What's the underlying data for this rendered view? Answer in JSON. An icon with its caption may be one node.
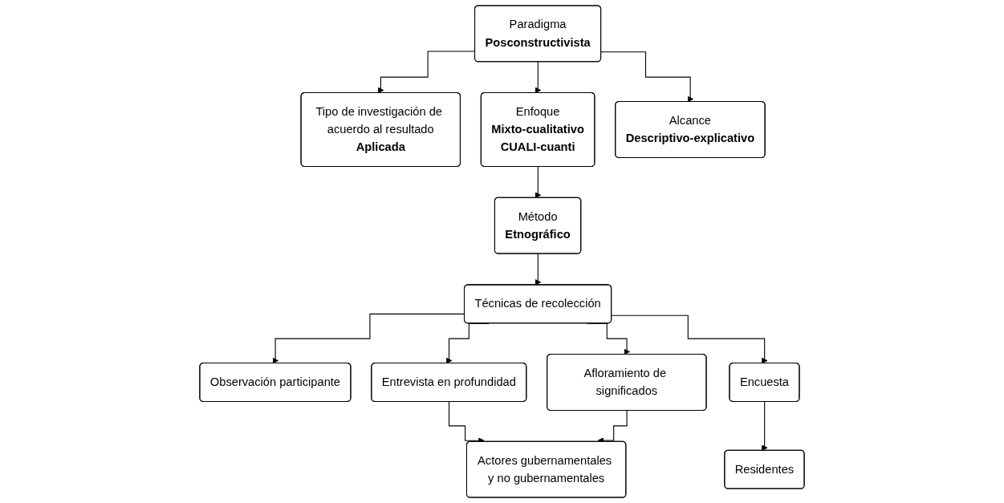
{
  "diagram": {
    "nodes": [
      {
        "text": [
          "Paradigma",
          "Posconstructivista"
        ]
      },
      {
        "text": [
          "Tipo de investigación de acuerdo al resultado",
          "Aplicada"
        ]
      },
      {
        "text": [
          "Enfoque",
          "Mixto-cualitativo",
          "CUALI-cuanti"
        ]
      },
      {
        "text": [
          "Alcance",
          "Descriptivo-explicativo"
        ]
      },
      {
        "text": [
          "Método",
          "Etnográfico"
        ]
      },
      {
        "text": [
          "Técnicas de recolección"
        ]
      },
      {
        "text": [
          "Observación participante"
        ]
      },
      {
        "text": [
          "Entrevista en profundidad"
        ]
      },
      {
        "text": [
          "Afloramiento de significados"
        ]
      },
      {
        "text": [
          "Encuesta"
        ]
      },
      {
        "text": [
          "Actores gubernamentales y no gubernamentales"
        ]
      },
      {
        "text": [
          "Residentes"
        ]
      }
    ],
    "edges": [
      {
        "from": 0,
        "to": 1,
        "arrow": "to"
      },
      {
        "from": 0,
        "to": 2,
        "arrow": "to"
      },
      {
        "from": 0,
        "to": 3,
        "arrow": "to"
      },
      {
        "from": 2,
        "to": 4,
        "arrow": "to"
      },
      {
        "from": 4,
        "to": 5,
        "arrow": "to"
      },
      {
        "from": 5,
        "to": 6,
        "arrow": "to"
      },
      {
        "from": 5,
        "to": 7,
        "arrow": "to"
      },
      {
        "from": 5,
        "to": 8,
        "arrow": "to"
      },
      {
        "from": 5,
        "to": 9,
        "arrow": "to"
      },
      {
        "from": 7,
        "to": 10,
        "arrow": "to"
      },
      {
        "from": 8,
        "to": 10,
        "arrow": "to"
      },
      {
        "from": 9,
        "to": 11,
        "arrow": "to"
      }
    ]
  }
}
